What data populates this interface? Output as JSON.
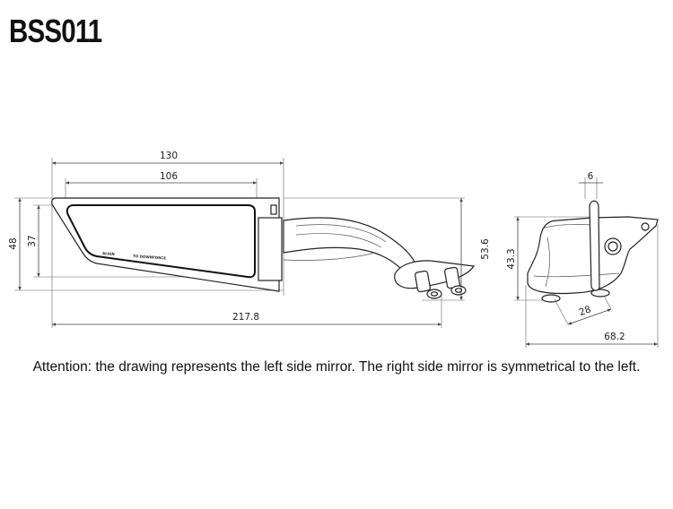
{
  "title": "BSS011",
  "dimensions": {
    "width_mirror": "130",
    "width_glass": "106",
    "height_mirror": "48",
    "height_glass": "37",
    "total_length": "217.8",
    "total_height": "53.6",
    "thickness": "6",
    "side_height": "43.3",
    "hole_spacing": "28",
    "side_width": "68.2"
  },
  "mirror_label": {
    "left": "ALIGN",
    "right": "TO DOWNFORCE"
  },
  "caption": "Attention: the drawing represents the left side mirror. The right side mirror is symmetrical to the left."
}
